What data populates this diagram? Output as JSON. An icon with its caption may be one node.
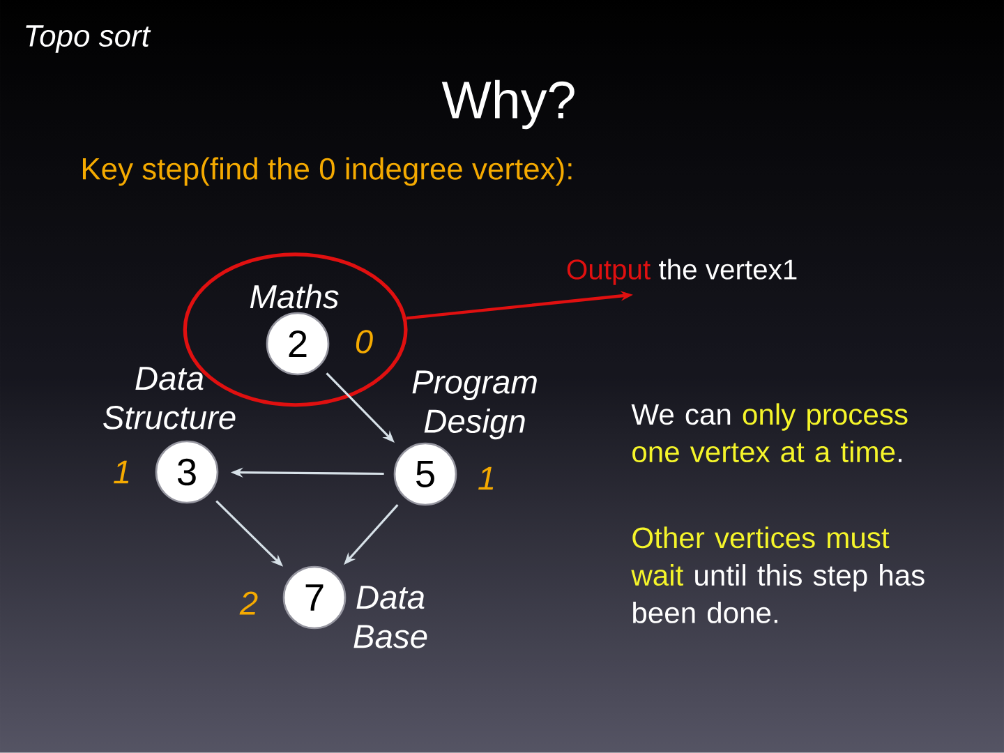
{
  "diagram": {
    "title": "Why?",
    "nodes": [
      {
        "text": [],
        "shape": "ellipse"
      },
      {
        "text": [
          "2"
        ],
        "beside": [
          "Maths",
          "0"
        ],
        "in": 0
      },
      {
        "text": [
          "3"
        ],
        "beside": [
          "Data Structure",
          "1"
        ]
      },
      {
        "text": [
          "5"
        ],
        "beside": [
          "Program Design",
          "1"
        ]
      },
      {
        "text": [
          "7"
        ],
        "beside": [
          "Data Base",
          "2"
        ]
      },
      {
        "text": [
          "Output",
          "the vertex1"
        ]
      }
    ],
    "edges": [
      {
        "from": 0,
        "to": 5,
        "arrow": "to",
        "color": "#e01010"
      },
      {
        "from": 1,
        "to": 3,
        "arrow": "to"
      },
      {
        "from": 3,
        "to": 2,
        "arrow": "to"
      },
      {
        "from": 2,
        "to": 4,
        "arrow": "to"
      },
      {
        "from": 3,
        "to": 4,
        "arrow": "to"
      }
    ],
    "labels": [
      "Topo sort",
      "Key step(find the 0 indegree vertex):",
      "We can",
      "only process one vertex at a time",
      ".",
      "Other vertices must wait",
      "until this step has been done."
    ]
  }
}
